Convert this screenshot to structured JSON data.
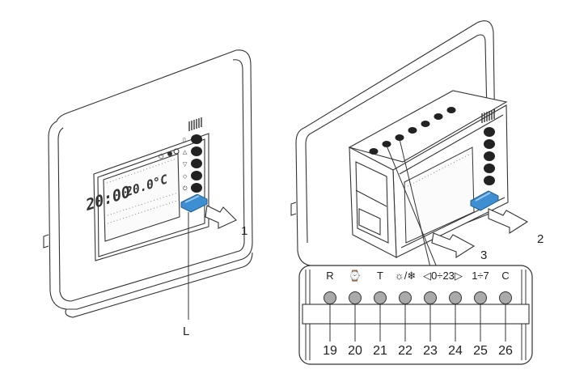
{
  "display": {
    "time": "20:00",
    "temperature": "20.0°C"
  },
  "callouts": {
    "L": "L",
    "step1": "1",
    "step2": "2",
    "step3": "3"
  },
  "keys": [
    {
      "label": "R",
      "number": "19"
    },
    {
      "label": "⌚",
      "number": "20"
    },
    {
      "label": "T",
      "number": "21"
    },
    {
      "label": "☼/❄",
      "number": "22"
    },
    {
      "label": "◁0÷23▷",
      "number": "23"
    },
    {
      "label": "",
      "number": "24"
    },
    {
      "label": "1÷7",
      "number": "25"
    },
    {
      "label": "C",
      "number": "26"
    }
  ],
  "colors": {
    "pull_tab": "#3d8fd1",
    "pull_tab_dark": "#1f5f96",
    "key_fill": "#aaaaaa",
    "line": "#333333"
  },
  "icons": [
    "battery-icon",
    "triangle-up-icon",
    "triangle-down-icon",
    "diamond-icon",
    "power-icon",
    "arrow-icon",
    "clock-icon",
    "sun-snow-icon"
  ]
}
